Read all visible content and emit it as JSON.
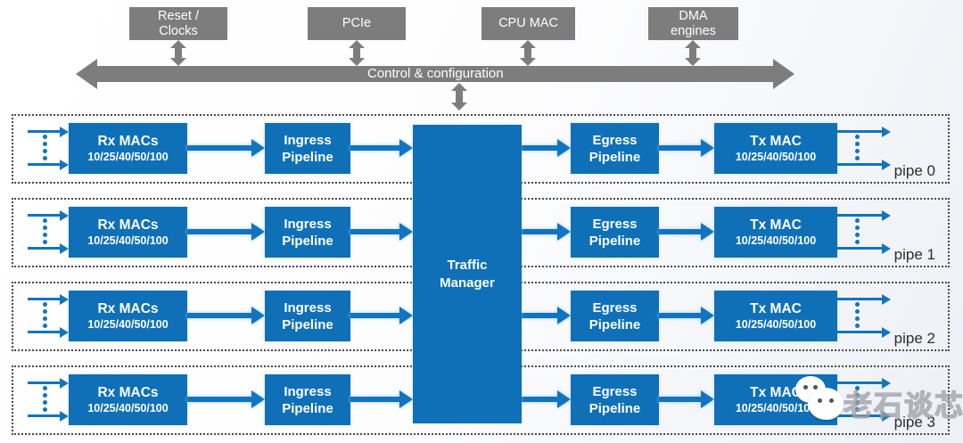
{
  "control_bus": {
    "label": "Control & configuration"
  },
  "top_modules": [
    {
      "name": "reset-clocks",
      "lines": [
        "Reset /",
        "Clocks"
      ]
    },
    {
      "name": "pcie",
      "lines": [
        "PCIe"
      ]
    },
    {
      "name": "cpu-mac",
      "lines": [
        "CPU MAC"
      ]
    },
    {
      "name": "dma-engines",
      "lines": [
        "DMA",
        "engines"
      ]
    }
  ],
  "pipeline_blocks": {
    "rx_macs": {
      "title": "Rx MACs",
      "speeds": "10/25/40/50/100"
    },
    "ingress": {
      "line1": "Ingress",
      "line2": "Pipeline"
    },
    "traffic_manager": {
      "line1": "Traffic",
      "line2": "Manager"
    },
    "egress": {
      "line1": "Egress",
      "line2": "Pipeline"
    },
    "tx_mac": {
      "title": "Tx MAC",
      "speeds": "10/25/40/50/100"
    }
  },
  "pipes": [
    {
      "label": "pipe 0"
    },
    {
      "label": "pipe 1"
    },
    {
      "label": "pipe 2"
    },
    {
      "label": "pipe 3"
    }
  ],
  "watermark": {
    "text": "老石谈芯",
    "icon": "wechat-icon"
  },
  "colors": {
    "block_blue": "#0f70b8",
    "arrow_blue": "#1274c0",
    "module_gray": "#7d7d7d",
    "dotted_border": "#4a4a4a",
    "pipe_label_text": "#2d2d2d"
  }
}
